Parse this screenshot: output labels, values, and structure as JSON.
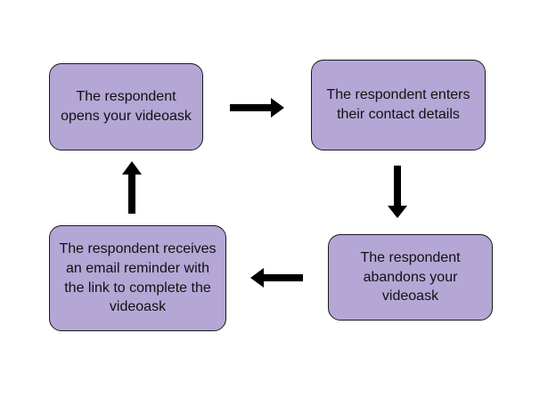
{
  "diagram": {
    "steps": [
      {
        "id": "open",
        "label": "The respondent opens your videoask"
      },
      {
        "id": "contact",
        "label": "The respondent enters their contact details"
      },
      {
        "id": "abandon",
        "label": "The respondent abandons your videoask"
      },
      {
        "id": "reminder",
        "label": "The respondent receives an email reminder with the link to complete the videoask"
      }
    ],
    "edges": [
      {
        "from": "open",
        "to": "contact",
        "direction": "right"
      },
      {
        "from": "contact",
        "to": "abandon",
        "direction": "down"
      },
      {
        "from": "abandon",
        "to": "reminder",
        "direction": "left"
      },
      {
        "from": "reminder",
        "to": "open",
        "direction": "up"
      }
    ],
    "colors": {
      "box_fill": "#b4a7d6",
      "box_border": "#1a1a1a",
      "arrow": "#000000",
      "text": "#111111"
    }
  }
}
